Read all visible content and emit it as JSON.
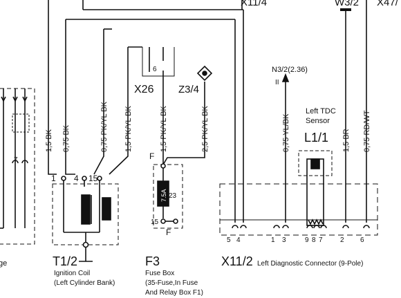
{
  "top_labels": {
    "x11_4": "X11/4",
    "w3_2": "W3/2",
    "x47": "X47/"
  },
  "connectors": {
    "x26": "X26",
    "x26_pin": "6",
    "z3_4": "Z3/4",
    "n3_2": "N3/2(2.36)",
    "n3_2_marker": "II"
  },
  "wires": {
    "w1": "1,5 BK",
    "w2": "0,75 BK",
    "w3": "0,75 PK/YL BK",
    "w4": "1,5 PK/YL BK",
    "w5": "1,5 PK/YL BK",
    "w6": "2,5 PK/YL BK",
    "w7": "0,75 YL/BK",
    "w8": "1,5 BR",
    "w9": "0,75 RD/WT"
  },
  "coil": {
    "id": "T1/2",
    "desc1": "Ignition Coil",
    "desc2": "(Left Cylinder Bank)",
    "pin1": "1",
    "pin4": "4",
    "pin15": "15"
  },
  "fuse": {
    "id": "F3",
    "desc1": "Fuse Box",
    "desc2": "(35-Fuse,In Fuse",
    "desc3": "And Relay Box F1)",
    "f_top": "F",
    "f_bottom": "F",
    "pin15": "15",
    "value": "23",
    "amp": "7.5A"
  },
  "sensor": {
    "l1": "Left TDC",
    "l2": "Sensor",
    "id": "L1/1"
  },
  "diag": {
    "id": "X11/2",
    "desc": "Left Diagnostic Connector (9-Pole)",
    "pins": [
      "5",
      "4",
      "1",
      "3",
      "9",
      "8",
      "7",
      "2",
      "6"
    ]
  },
  "left_partial": {
    "pin7": "7",
    "ge": "ge"
  }
}
